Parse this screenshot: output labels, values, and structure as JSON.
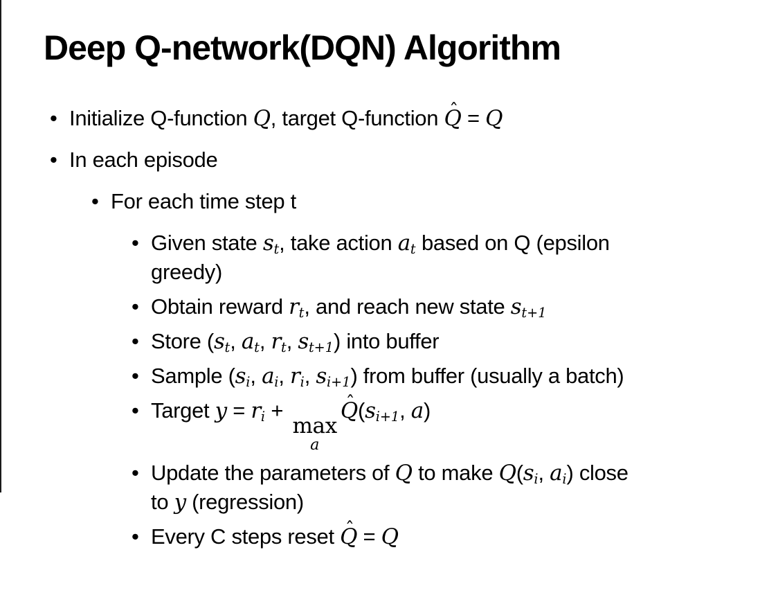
{
  "slide": {
    "title": "Deep Q-network(DQN) Algorithm",
    "bullet_marker": "•",
    "hat_glyph": "ˆ",
    "bullets": [
      {
        "level": 1,
        "segments": [
          {
            "k": "t",
            "v": "Initialize Q-function "
          },
          {
            "k": "v",
            "v": "Q"
          },
          {
            "k": "t",
            "v": ", target Q-function "
          },
          {
            "k": "hat",
            "v": "Q"
          },
          {
            "k": "t",
            "v": " = "
          },
          {
            "k": "v",
            "v": "Q"
          }
        ]
      },
      {
        "level": 1,
        "segments": [
          {
            "k": "t",
            "v": "In each episode"
          }
        ]
      },
      {
        "level": 2,
        "segments": [
          {
            "k": "t",
            "v": "For each time step t"
          }
        ]
      },
      {
        "level": 3,
        "segments": [
          {
            "k": "t",
            "v": "Given state "
          },
          {
            "k": "v",
            "v": "s",
            "sub": "t"
          },
          {
            "k": "t",
            "v": ", take action "
          },
          {
            "k": "v",
            "v": "a",
            "sub": "t"
          },
          {
            "k": "t",
            "v": " based on Q (epsilon"
          },
          {
            "k": "br"
          },
          {
            "k": "t",
            "v": "greedy)"
          }
        ]
      },
      {
        "level": 3,
        "segments": [
          {
            "k": "t",
            "v": "Obtain reward "
          },
          {
            "k": "v",
            "v": "r",
            "sub": "t"
          },
          {
            "k": "t",
            "v": ", and reach new state "
          },
          {
            "k": "v",
            "v": "s",
            "sub": "t+1"
          }
        ]
      },
      {
        "level": 3,
        "segments": [
          {
            "k": "t",
            "v": "Store ("
          },
          {
            "k": "v",
            "v": "s",
            "sub": "t"
          },
          {
            "k": "t",
            "v": ", "
          },
          {
            "k": "v",
            "v": "a",
            "sub": "t"
          },
          {
            "k": "t",
            "v": ", "
          },
          {
            "k": "v",
            "v": "r",
            "sub": "t"
          },
          {
            "k": "t",
            "v": ", "
          },
          {
            "k": "v",
            "v": "s",
            "sub": "t+1"
          },
          {
            "k": "t",
            "v": ") into buffer"
          }
        ]
      },
      {
        "level": 3,
        "segments": [
          {
            "k": "t",
            "v": "Sample ("
          },
          {
            "k": "v",
            "v": "s",
            "sub": "i"
          },
          {
            "k": "t",
            "v": ", "
          },
          {
            "k": "v",
            "v": "a",
            "sub": "i"
          },
          {
            "k": "t",
            "v": ", "
          },
          {
            "k": "v",
            "v": "r",
            "sub": "i"
          },
          {
            "k": "t",
            "v": ", "
          },
          {
            "k": "v",
            "v": "s",
            "sub": "i+1"
          },
          {
            "k": "t",
            "v": ") from buffer (usually a batch)"
          }
        ]
      },
      {
        "level": 3,
        "segments": [
          {
            "k": "t",
            "v": "Target "
          },
          {
            "k": "v",
            "v": "y"
          },
          {
            "k": "t",
            "v": " = "
          },
          {
            "k": "v",
            "v": "r",
            "sub": "i"
          },
          {
            "k": "t",
            "v": " + "
          },
          {
            "k": "lim",
            "v": "max",
            "sub": "a"
          },
          {
            "k": "hat",
            "v": "Q"
          },
          {
            "k": "t",
            "v": "("
          },
          {
            "k": "v",
            "v": "s",
            "sub": "i+1"
          },
          {
            "k": "t",
            "v": ", "
          },
          {
            "k": "v",
            "v": "a"
          },
          {
            "k": "t",
            "v": ")"
          }
        ]
      },
      {
        "level": 3,
        "segments": [
          {
            "k": "t",
            "v": "Update the parameters of "
          },
          {
            "k": "v",
            "v": "Q"
          },
          {
            "k": "t",
            "v": " to make "
          },
          {
            "k": "v",
            "v": "Q"
          },
          {
            "k": "t",
            "v": "("
          },
          {
            "k": "v",
            "v": "s",
            "sub": "i"
          },
          {
            "k": "t",
            "v": ", "
          },
          {
            "k": "v",
            "v": "a",
            "sub": "i"
          },
          {
            "k": "t",
            "v": ") close"
          },
          {
            "k": "br"
          },
          {
            "k": "t",
            "v": "to "
          },
          {
            "k": "v",
            "v": "y"
          },
          {
            "k": "t",
            "v": " (regression)"
          }
        ]
      },
      {
        "level": 3,
        "segments": [
          {
            "k": "t",
            "v": "Every C steps reset "
          },
          {
            "k": "hat",
            "v": "Q"
          },
          {
            "k": "t",
            "v": " = "
          },
          {
            "k": "v",
            "v": "Q"
          }
        ]
      }
    ]
  },
  "colors": {
    "background": "#ffffff",
    "text": "#000000",
    "border": "#1a1a1a"
  }
}
